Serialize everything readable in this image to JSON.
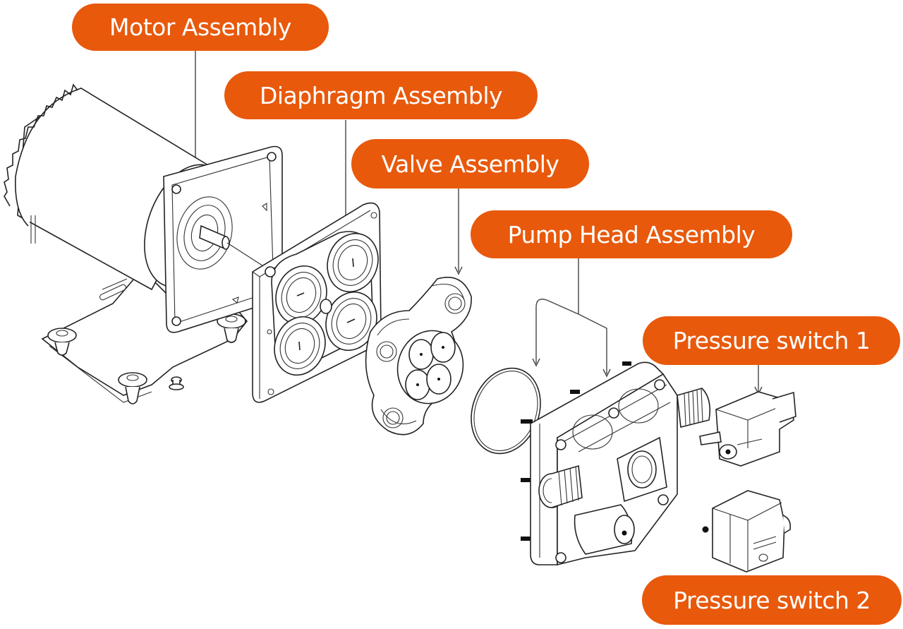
{
  "diagram": {
    "type": "exploded-view",
    "subject": "Diaphragm pump",
    "accent_color": "#E8590C",
    "label_text_color": "#FFFFFF",
    "labels": [
      {
        "id": "motor",
        "text": "Motor Assembly"
      },
      {
        "id": "diaphragm",
        "text": "Diaphragm Assembly"
      },
      {
        "id": "valve",
        "text": "Valve Assembly"
      },
      {
        "id": "pumphead",
        "text": "Pump Head Assembly"
      },
      {
        "id": "ps1",
        "text": "Pressure switch 1"
      },
      {
        "id": "ps2",
        "text": "Pressure switch 2"
      }
    ]
  }
}
